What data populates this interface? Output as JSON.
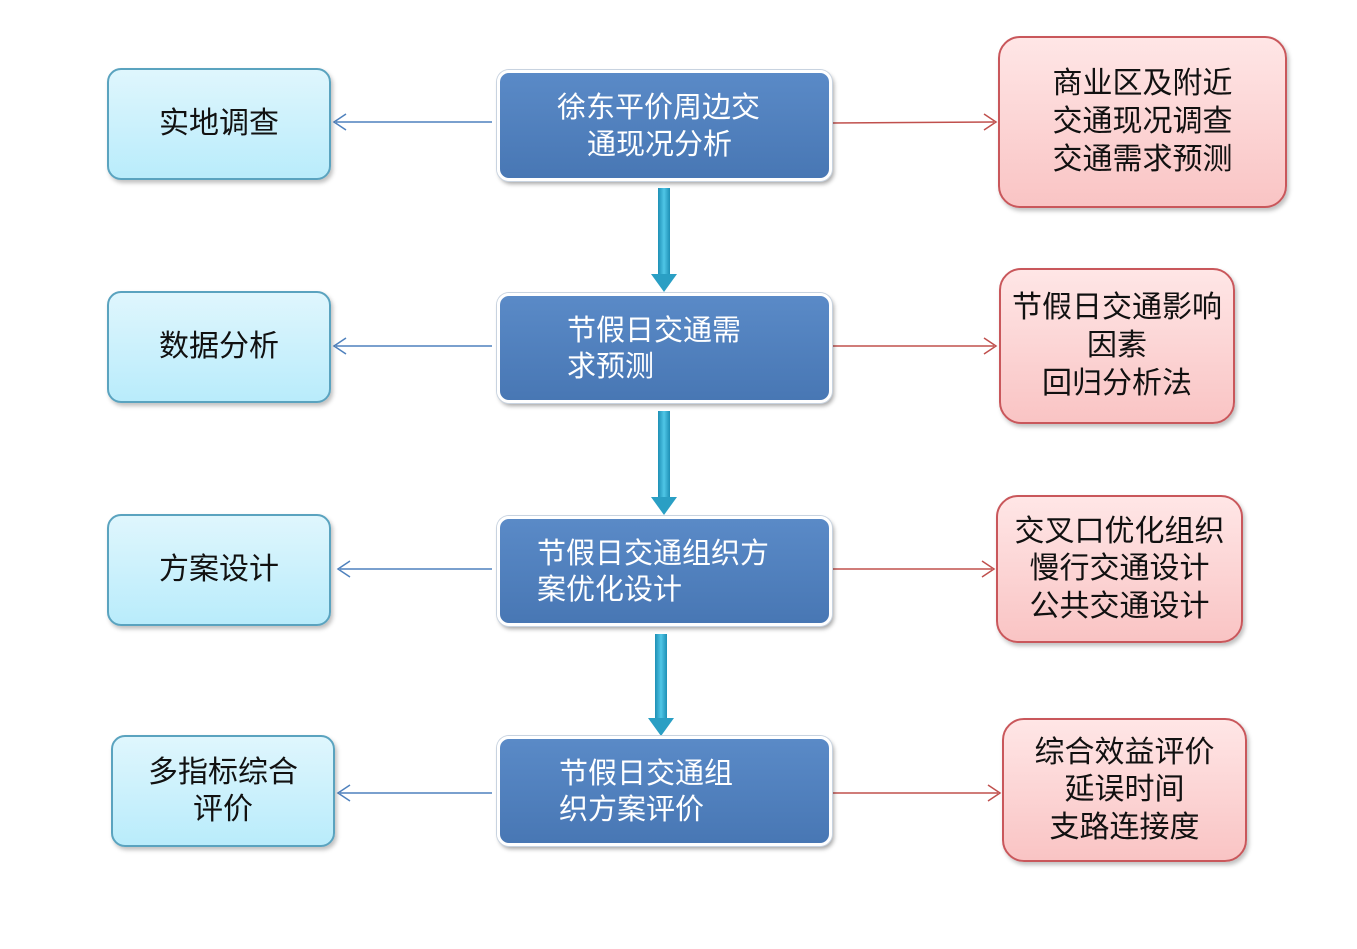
{
  "center_steps": [
    {
      "lines": [
        "徐东平价周边交",
        "通现况分析"
      ]
    },
    {
      "lines": [
        "节假日交通需",
        "求预测"
      ]
    },
    {
      "lines": [
        "节假日交通组织方",
        "案优化设计"
      ]
    },
    {
      "lines": [
        "节假日交通组",
        "织方案评价"
      ]
    }
  ],
  "methods": [
    {
      "lines": [
        "实地调查"
      ]
    },
    {
      "lines": [
        "数据分析"
      ]
    },
    {
      "lines": [
        "方案设计"
      ]
    },
    {
      "lines": [
        "多指标综合",
        "评价"
      ]
    }
  ],
  "details": [
    {
      "lines": [
        "商业区及附近",
        "交通现况调查",
        "交通需求预测"
      ]
    },
    {
      "lines": [
        "节假日交通影响",
        "因素",
        "回归分析法"
      ]
    },
    {
      "lines": [
        "交叉口优化组织",
        "慢行交通设计",
        "公共交通设计"
      ]
    },
    {
      "lines": [
        "综合效益评价",
        "延误时间",
        "支路连接度"
      ]
    }
  ],
  "colors": {
    "center_fill": "#4f81bd",
    "method_fill": "#c6effb",
    "detail_fill": "#fbd0d0",
    "left_arrow": "#4f81bd",
    "right_arrow": "#c0504d",
    "down_arrow": "#3bb4d6"
  }
}
